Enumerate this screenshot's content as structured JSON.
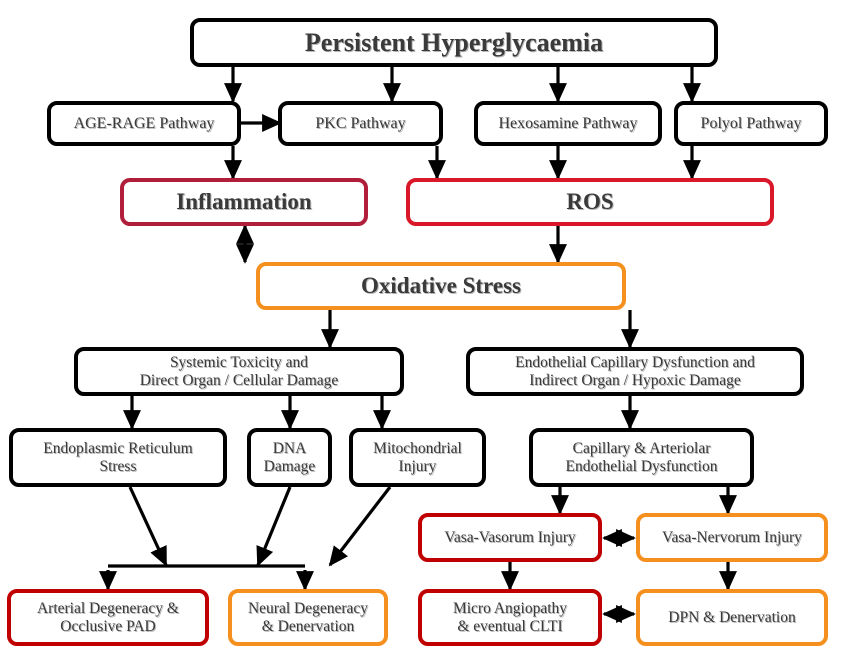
{
  "diagram": {
    "title": "Persistent Hyperglycaemia",
    "palette": {
      "black": "#000000",
      "crimson": "#b01e3c",
      "red": "#d9182a",
      "darkred": "#c00000",
      "orange": "#f5901f",
      "text": "#3a3a3a",
      "background": "#ffffff"
    },
    "nodes": {
      "root": "Persistent Hyperglycaemia",
      "age_rage": "AGE-RAGE Pathway",
      "pkc": "PKC Pathway",
      "hexosamine": "Hexosamine Pathway",
      "polyol": "Polyol Pathway",
      "inflammation": "Inflammation",
      "ros": "ROS",
      "oxidative_stress": "Oxidative Stress",
      "systemic_toxicity_l1": "Systemic Toxicity and",
      "systemic_toxicity_l2": "Direct Organ / Cellular Damage",
      "endothelial_capillary_l1": "Endothelial Capillary Dysfunction and",
      "endothelial_capillary_l2": "Indirect Organ / Hypoxic Damage",
      "er_stress_l1": "Endoplasmic Reticulum",
      "er_stress_l2": "Stress",
      "dna_damage_l1": "DNA",
      "dna_damage_l2": "Damage",
      "mitochondrial_l1": "Mitochondrial",
      "mitochondrial_l2": "Injury",
      "capillary_arteriolar_l1": "Capillary & Arteriolar",
      "capillary_arteriolar_l2": "Endothelial Dysfunction",
      "vasa_vasorum": "Vasa-Vasorum Injury",
      "vasa_nervorum": "Vasa-Nervorum Injury",
      "arterial_degeneracy_l1": "Arterial Degeneracy &",
      "arterial_degeneracy_l2": "Occlusive PAD",
      "neural_degeneracy_l1": "Neural Degeneracy",
      "neural_degeneracy_l2": "& Denervation",
      "micro_angiopathy_l1": "Micro Angiopathy",
      "micro_angiopathy_l2": "& eventual CLTI",
      "dpn_denervation": "DPN & Denervation"
    }
  }
}
